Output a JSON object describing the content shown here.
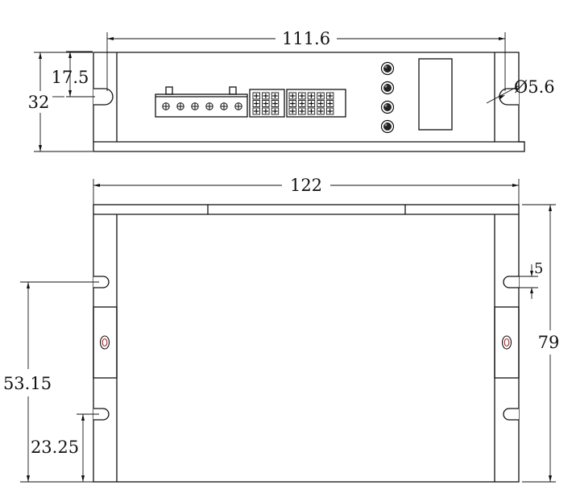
{
  "front_view": {
    "width_label": "111.6",
    "slot_center_label": "17.5",
    "height_label": "32",
    "hole_label": "Ø5.6",
    "terminal_block": {
      "pin_count": 6
    },
    "connector_left": {
      "pins": 9
    },
    "connector_right": {
      "pins": 15
    },
    "indicator_count": 4
  },
  "top_view": {
    "width_label": "122",
    "height_label": "79",
    "slot_label": "5",
    "mount_upper_label": "53.15",
    "mount_lower_label": "23.25"
  },
  "colors": {
    "line": "#111111",
    "screw_accent": "#b22222"
  }
}
